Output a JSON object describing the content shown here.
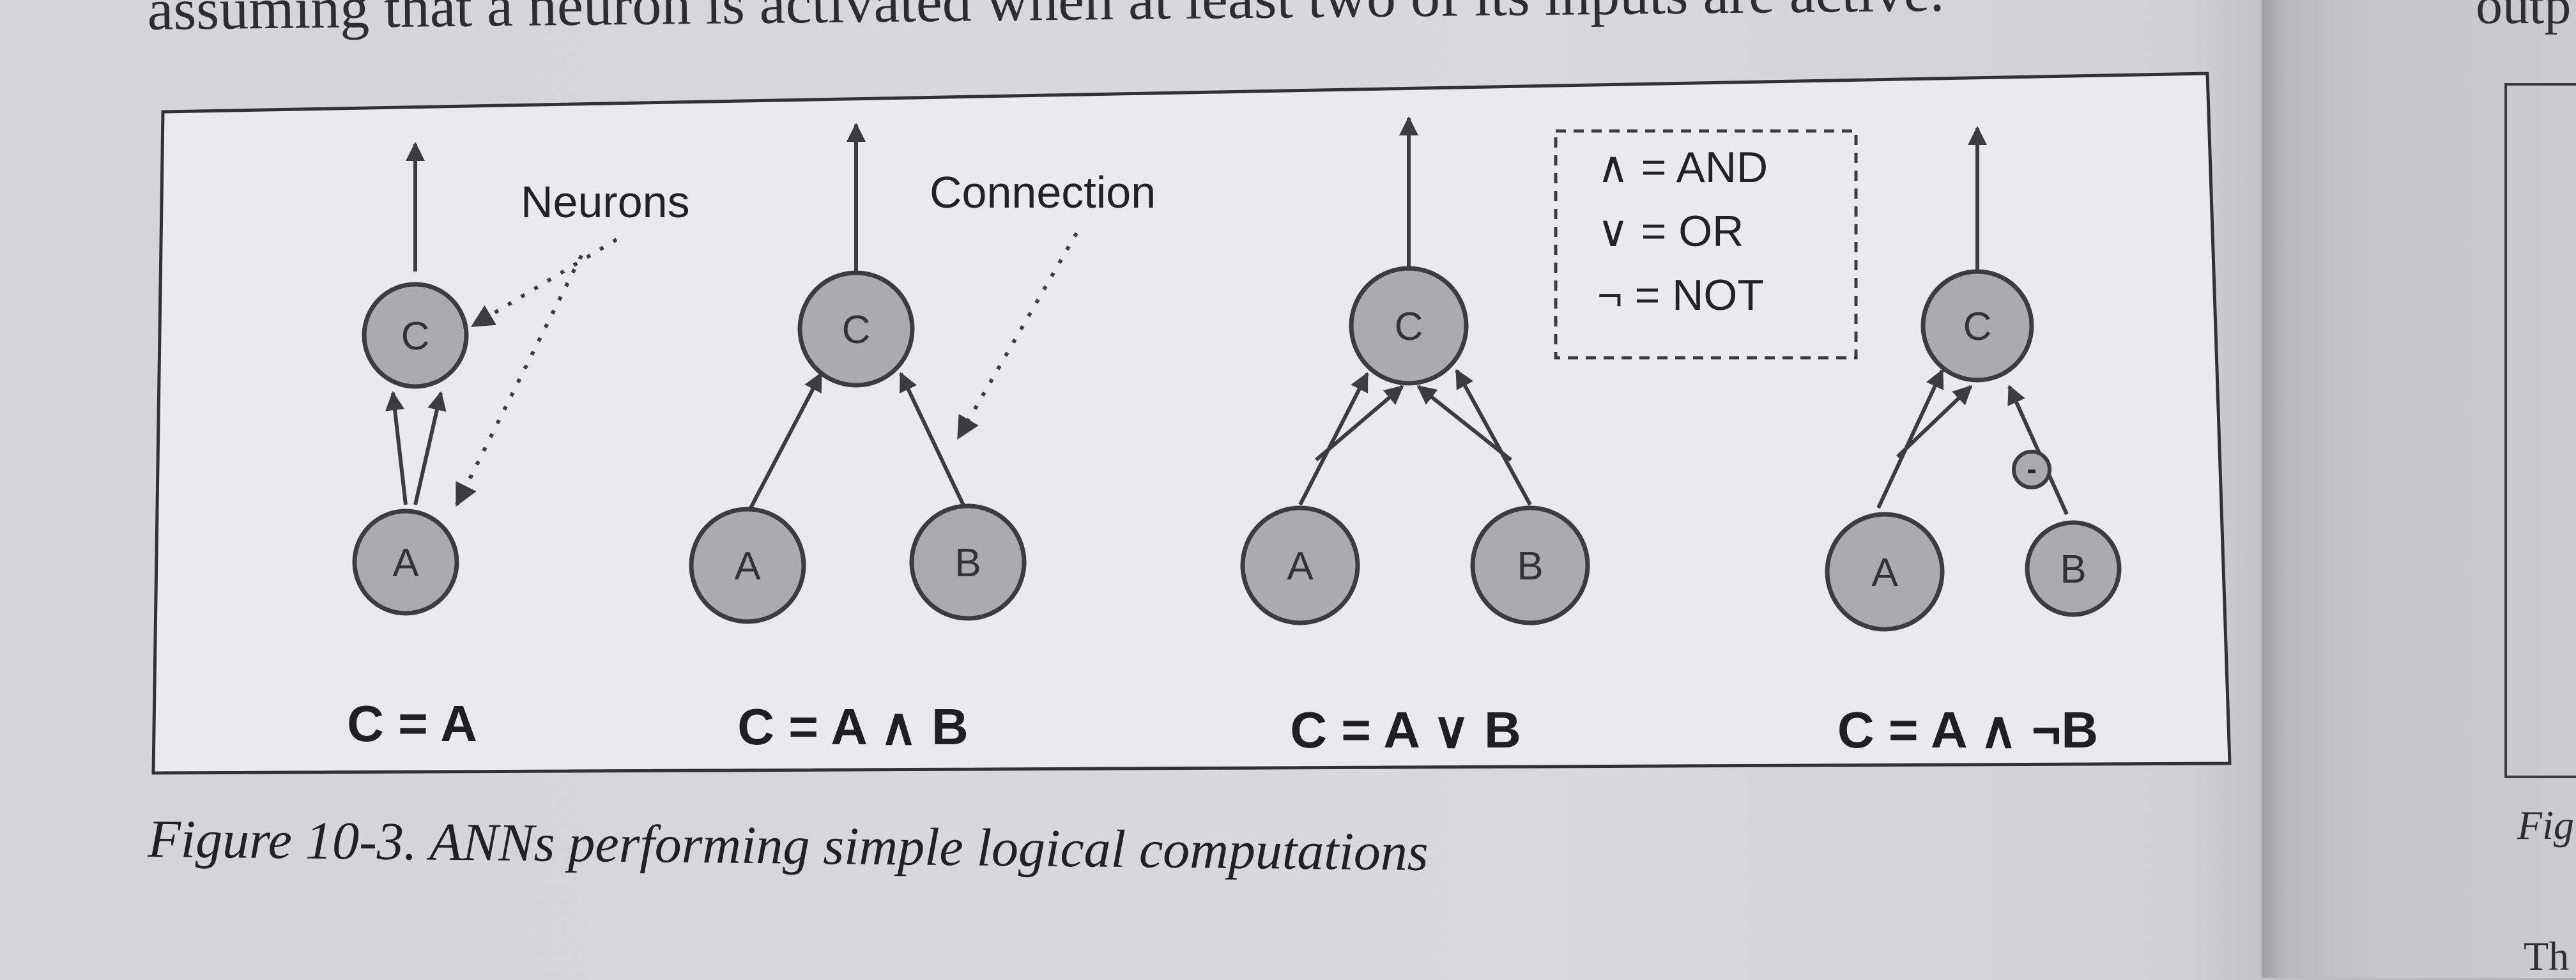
{
  "top_text": "assuming that a neuron is activated when at least two of its inputs are active.",
  "right_page": {
    "top_fragment": "outp",
    "fig_fragment": "Fig",
    "bottom_fragment": "Th"
  },
  "figure": {
    "annotations": {
      "neurons": "Neurons",
      "connection": "Connection"
    },
    "legend": {
      "and": "∧ = AND",
      "or": "∨ = OR",
      "not": "¬  = NOT"
    },
    "nodes": {
      "a": "A",
      "b": "B",
      "c": "C",
      "minus": "-"
    },
    "equations": [
      "C = A",
      "C = A ∧ B",
      "C = A ∨ B",
      "C = A ∧ ¬B"
    ]
  },
  "caption": "Figure 10-3. ANNs performing simple logical computations"
}
